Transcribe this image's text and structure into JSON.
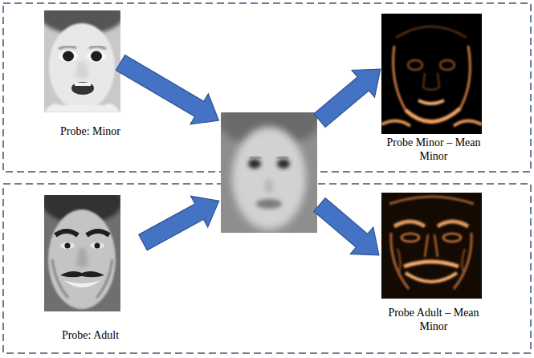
{
  "diagram": {
    "nodes": [
      {
        "text": [
          "Probe: Minor"
        ]
      },
      {
        "text": [
          "Probe Minor – Mean Minor"
        ]
      },
      {
        "text": [
          "Probe: Adult"
        ]
      },
      {
        "text": [
          "Probe Adult – Mean Minor"
        ]
      }
    ]
  }
}
